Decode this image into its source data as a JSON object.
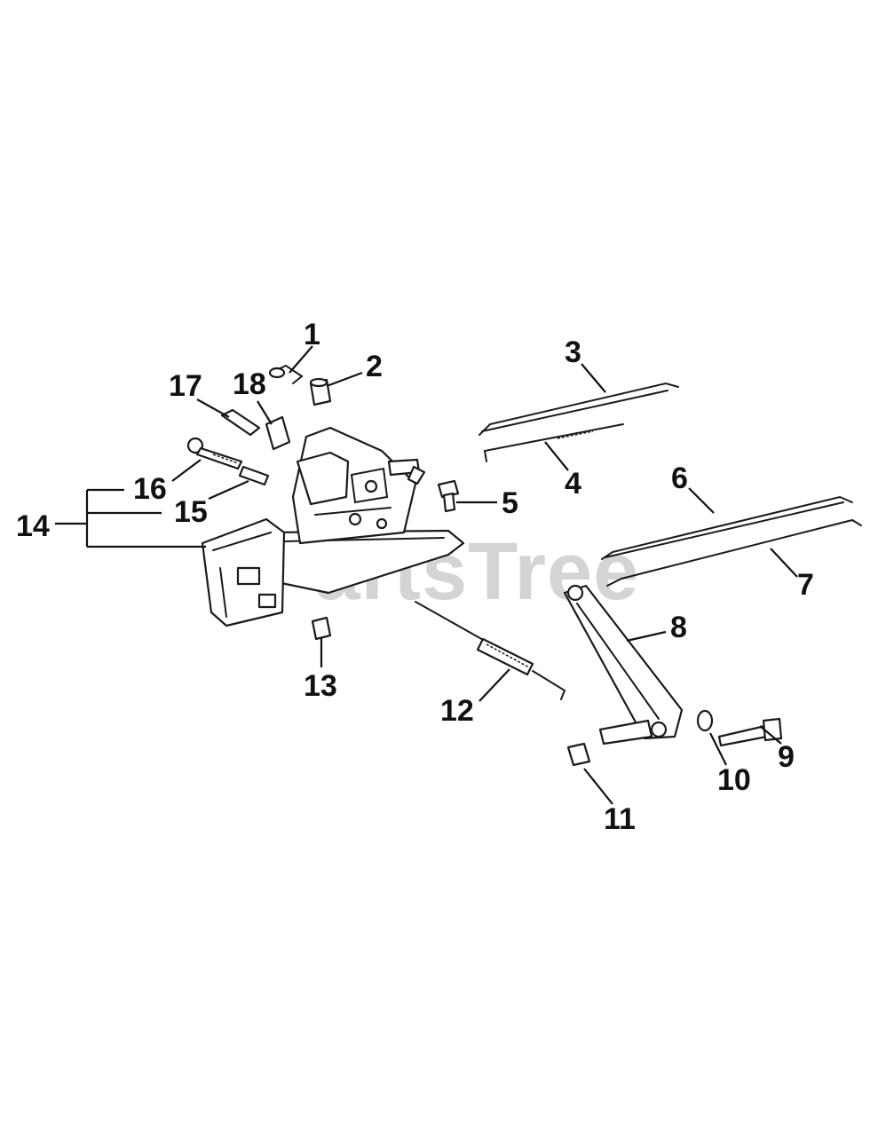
{
  "watermark": "PartsTree",
  "callouts": [
    "1",
    "2",
    "3",
    "4",
    "5",
    "6",
    "7",
    "8",
    "9",
    "10",
    "11",
    "12",
    "13",
    "14",
    "15",
    "16",
    "17",
    "18"
  ]
}
